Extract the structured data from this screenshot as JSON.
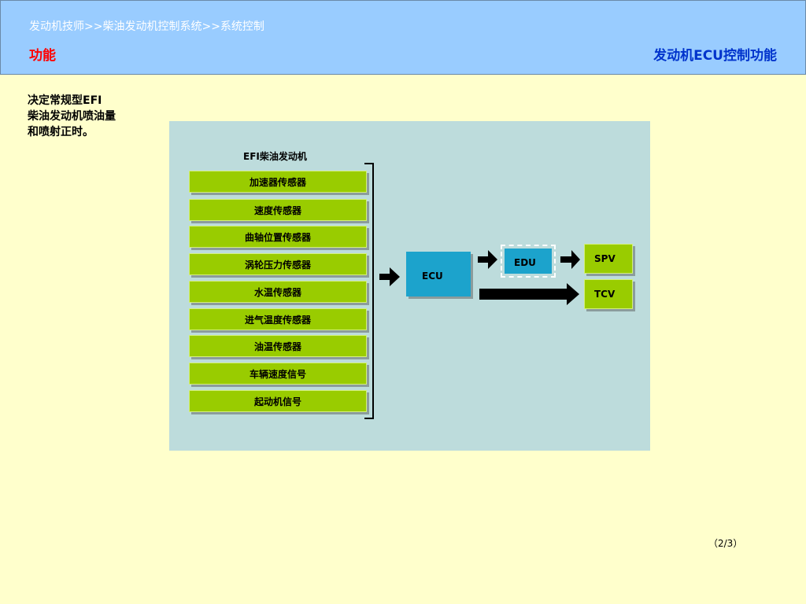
{
  "header": {
    "breadcrumb": "发动机技师>>柴油发动机控制系统>>系统控制",
    "section": "功能",
    "title": "发动机ECU控制功能"
  },
  "description": "决定常规型EFI\n柴油发动机喷油量\n和喷射正时。",
  "diagram": {
    "title": "EFI柴油发动机",
    "sensors": [
      "加速器传感器",
      "速度传感器",
      "曲轴位置传感器",
      "涡轮压力传感器",
      "水温传感器",
      "进气温度传感器",
      "油温传感器",
      "车辆速度信号",
      "起动机信号"
    ],
    "ecu": "ECU",
    "edu": "EDU",
    "actuators": [
      "SPV",
      "TCV"
    ]
  },
  "page_indicator": "（2/3）"
}
